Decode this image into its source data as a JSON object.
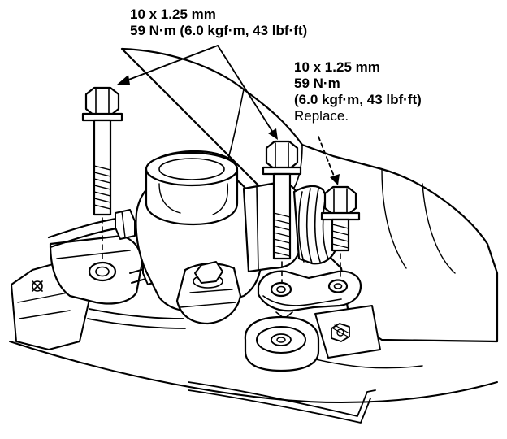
{
  "callouts": {
    "left": {
      "thread_size": "10 x 1.25 mm",
      "torque": "59 N·m (6.0 kgf·m, 43 lbf·ft)"
    },
    "right": {
      "thread_size": "10 x 1.25 mm",
      "torque_nm": "59 N·m",
      "torque_alt": "(6.0 kgf·m, 43 lbf·ft)",
      "note": "Replace."
    }
  }
}
